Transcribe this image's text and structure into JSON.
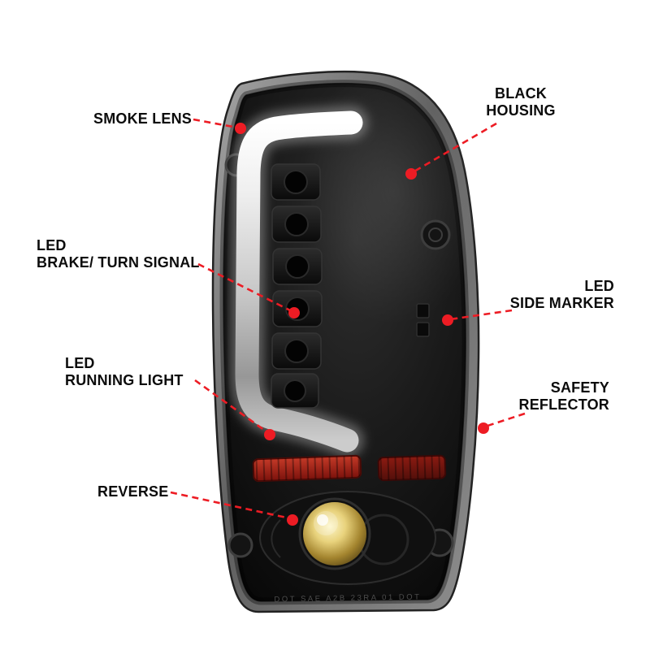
{
  "colors": {
    "callout_red": "#ed1c24",
    "label_text": "#0c0c0c",
    "background": "#ffffff",
    "housing_dark": "#131313"
  },
  "callouts": [
    {
      "id": "smoke-lens",
      "lines": [
        "SMOKE LENS"
      ]
    },
    {
      "id": "black-housing",
      "lines": [
        "BLACK",
        "HOUSING"
      ]
    },
    {
      "id": "led-brake-turn-signal",
      "lines": [
        "LED",
        "BRAKE/ TURN SIGNAL"
      ]
    },
    {
      "id": "led-side-marker",
      "lines": [
        "LED",
        "SIDE MARKER"
      ]
    },
    {
      "id": "led-running-light",
      "lines": [
        "LED",
        "RUNNING LIGHT"
      ]
    },
    {
      "id": "safety-reflector",
      "lines": [
        "SAFETY",
        "REFLECTOR"
      ]
    },
    {
      "id": "reverse",
      "lines": [
        "REVERSE"
      ]
    }
  ],
  "light": {
    "embossed_text": "DOT SAE A2B 23RA 01 DOT"
  }
}
